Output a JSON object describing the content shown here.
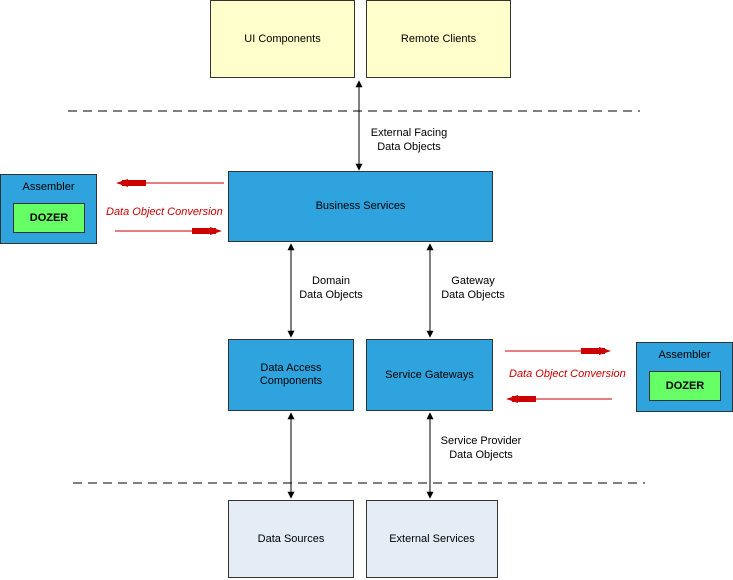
{
  "top": {
    "ui_components": "UI Components",
    "remote_clients": "Remote Clients"
  },
  "middle": {
    "business_services": "Business Services",
    "data_access_components": "Data Access Components",
    "service_gateways": "Service Gateways"
  },
  "bottom": {
    "data_sources": "Data Sources",
    "external_services": "External Services"
  },
  "connectors": {
    "external_facing": [
      "External Facing",
      "Data Objects"
    ],
    "domain": [
      "Domain",
      "Data Objects"
    ],
    "gateway": [
      "Gateway",
      "Data Objects"
    ],
    "service_provider": [
      "Service Provider",
      "Data Objects"
    ]
  },
  "assemblers": {
    "left": {
      "title": "Assembler",
      "engine": "DOZER",
      "conversion": "Data Object Conversion"
    },
    "right": {
      "title": "Assembler",
      "engine": "DOZER",
      "conversion": "Data Object Conversion"
    }
  },
  "colors": {
    "layer_blue": "#2ea3de",
    "client_yellow": "#ffffcc",
    "resource_grey": "#e6ecf5",
    "dozer_green": "#66ff66",
    "conversion_red": "#cc0000"
  }
}
